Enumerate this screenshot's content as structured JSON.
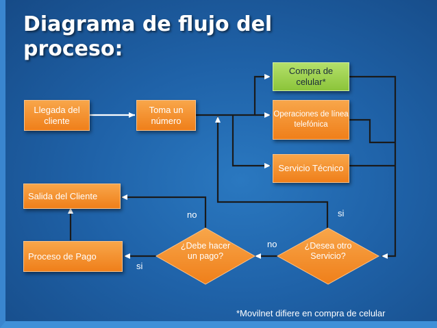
{
  "title_line1": "Diagrama de flujo del",
  "title_line2": "proceso:",
  "nodes": {
    "llegada": "Llegada del cliente",
    "toma": "Toma un número",
    "compra": "Compra de celular*",
    "operaciones": "Operaciones de línea telefónica",
    "servicio": "Servicio Técnico",
    "salida": "Salida del Cliente",
    "pago": "Proceso de Pago",
    "debe": "¿Debe hacer un pago?",
    "desea": "¿Desea otro Servicio?"
  },
  "labels": {
    "no_top": "no",
    "si_top": "si",
    "no_mid": "no",
    "si_bottom": "si"
  },
  "footnote": "*Movilnet difiere en compra de celular",
  "colors": {
    "background": "#1f62a8",
    "process": "#f28c28",
    "highlight": "#9ccc4a"
  }
}
